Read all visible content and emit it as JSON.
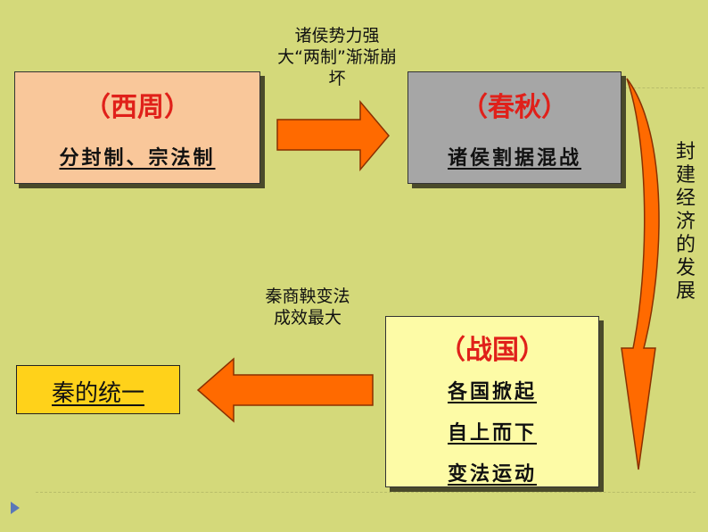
{
  "boxes": {
    "xizhou": {
      "title": "（西周）",
      "lines": [
        "分封制、宗法制"
      ]
    },
    "chunqiu": {
      "title": "（春秋）",
      "lines": [
        "诸侯割据混战"
      ]
    },
    "zhanguo": {
      "title": "（战国）",
      "lines": [
        "各国掀起",
        "自上而下",
        "变法运动"
      ]
    },
    "qin": {
      "title": "秦的统一"
    }
  },
  "arrows": {
    "top": {
      "label": "诸侯势力强大“两制”渐渐崩坏"
    },
    "right": {
      "label": "封建经济的发展"
    },
    "bottom": {
      "label": "秦商鞅变法成效最大"
    }
  },
  "colors": {
    "background": "#d4d97a",
    "arrow_fill": "#ff6a00",
    "arrow_edge": "#c04000",
    "title_red": "#e0201a"
  }
}
